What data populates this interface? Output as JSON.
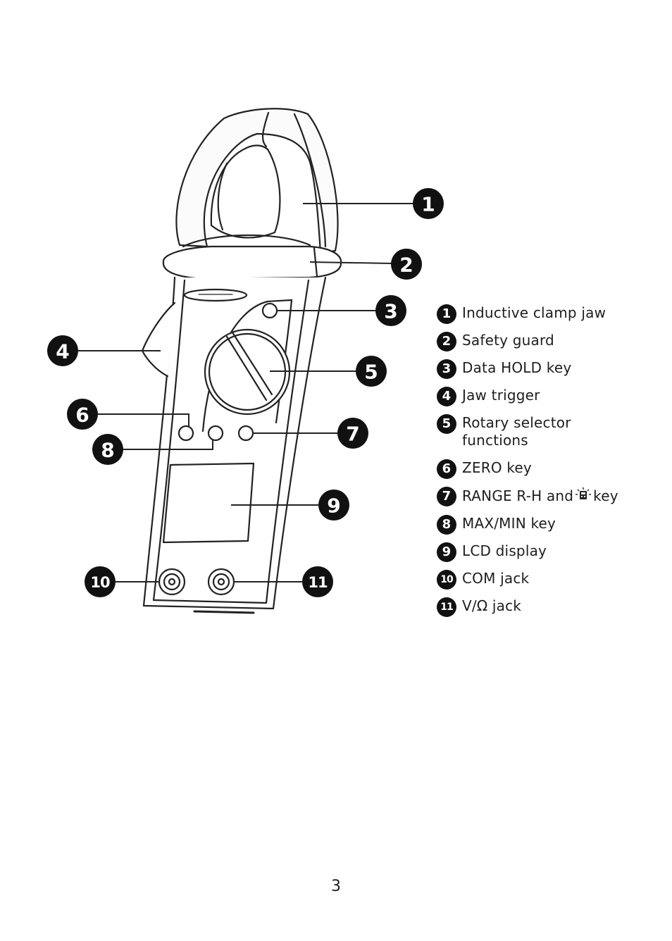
{
  "figure": {
    "callouts": [
      "1",
      "2",
      "3",
      "4",
      "5",
      "6",
      "7",
      "8",
      "9",
      "10",
      "11"
    ]
  },
  "legend": {
    "items": [
      {
        "number": "1",
        "label": "Inductive clamp jaw"
      },
      {
        "number": "2",
        "label": "Safety guard"
      },
      {
        "number": "3",
        "label": "Data HOLD key"
      },
      {
        "number": "4",
        "label": "Jaw trigger"
      },
      {
        "number": "5",
        "label": "Rotary selector functions"
      },
      {
        "number": "6",
        "label": "ZERO key"
      },
      {
        "number": "7",
        "label_before": "RANGE R-H and",
        "icon": "backlight-icon",
        "label_after": "key"
      },
      {
        "number": "8",
        "label": "MAX/MIN key"
      },
      {
        "number": "9",
        "label": "LCD display"
      },
      {
        "number": "10",
        "label": "COM jack"
      },
      {
        "number": "11",
        "label": "V/Ω jack"
      }
    ]
  },
  "page_number": "3"
}
